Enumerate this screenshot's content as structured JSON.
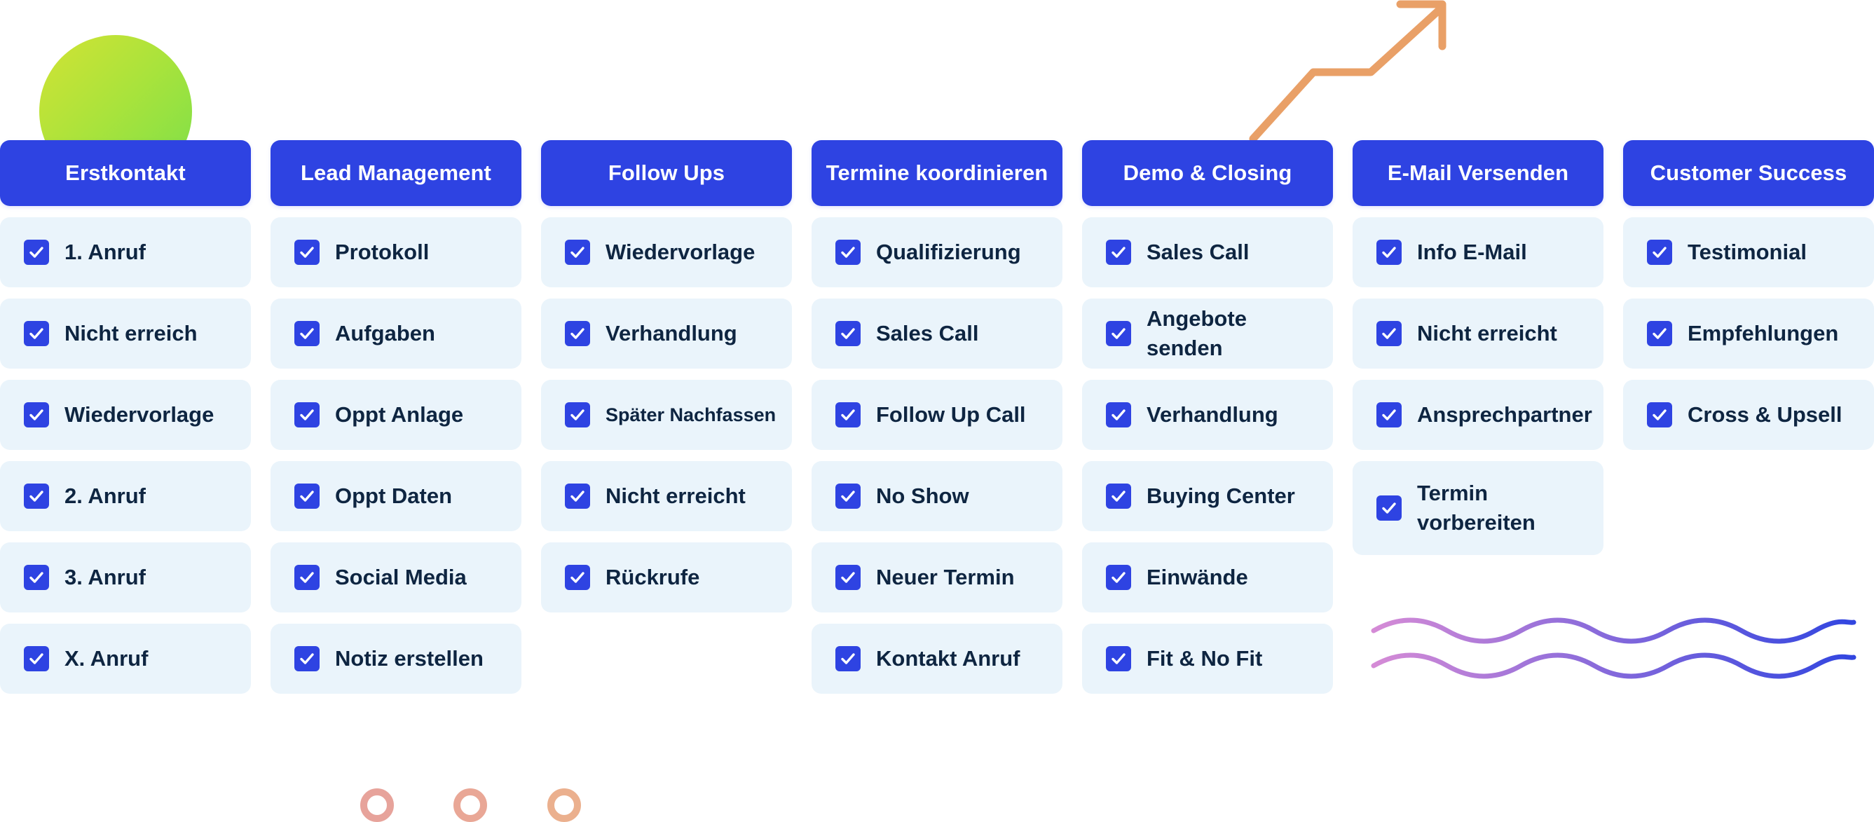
{
  "colors": {
    "header_bg": "#2e43e2",
    "card_bg": "#eaf4fb",
    "checkbox": "#2e43e2",
    "text": "#0e2541",
    "arrow": "#e9a067",
    "circle_start": "#d2e334",
    "circle_end": "#7bdf4a",
    "wave_start": "#d58bd6",
    "wave_end": "#3246e0"
  },
  "columns": [
    {
      "title": "Erstkontakt",
      "items": [
        "1. Anruf",
        "Nicht erreich",
        "Wiedervorlage",
        "2. Anruf",
        "3. Anruf",
        "X. Anruf"
      ]
    },
    {
      "title": "Lead Management",
      "items": [
        "Protokoll",
        "Aufgaben",
        "Oppt Anlage",
        "Oppt Daten",
        "Social Media",
        "Notiz erstellen"
      ]
    },
    {
      "title": "Follow Ups",
      "items": [
        "Wiedervorlage",
        "Verhandlung",
        "Später Nachfassen",
        "Nicht erreicht",
        "Rückrufe"
      ]
    },
    {
      "title": "Termine koordinieren",
      "items": [
        "Qualifizierung",
        "Sales Call",
        "Follow Up Call",
        "No Show",
        "Neuer Termin",
        "Kontakt Anruf"
      ]
    },
    {
      "title": "Demo & Closing",
      "items": [
        "Sales Call",
        "Angebote senden",
        "Verhandlung",
        "Buying Center",
        "Einwände",
        "Fit & No Fit"
      ]
    },
    {
      "title": "E-Mail Versenden",
      "items": [
        "Info E-Mail",
        "Nicht erreicht",
        "Ansprechpartner",
        "Termin vorbereiten"
      ]
    },
    {
      "title": "Customer Success",
      "items": [
        "Testimonial",
        "Empfehlungen",
        "Cross & Upsell"
      ]
    }
  ]
}
